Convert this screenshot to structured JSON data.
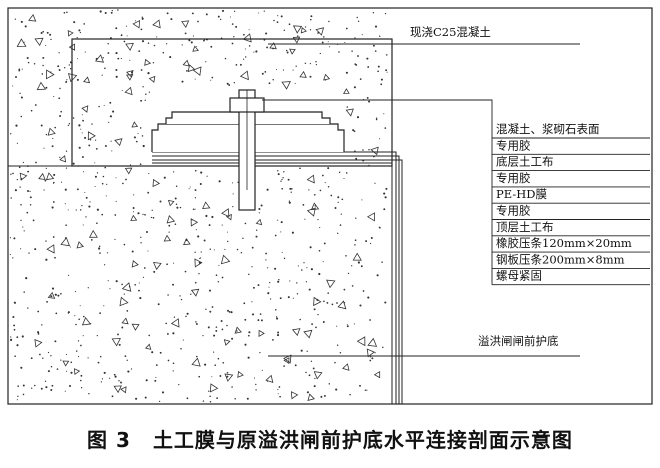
{
  "diagram": {
    "top_label": "现浇C25混凝土",
    "layer_labels": [
      "混凝土、浆砌石表面",
      "专用胶",
      "底层土工布",
      "专用胶",
      "PE-HD膜",
      "专用胶",
      "顶层土工布",
      "橡胶压条120mm×20mm",
      "钢板压条200mm×8mm",
      "螺母紧固"
    ],
    "bottom_label": "溢洪闸闸前护底"
  },
  "caption": {
    "number": "图 3",
    "title": "土工膜与原溢洪闸前护底水平连接剖面示意图"
  }
}
